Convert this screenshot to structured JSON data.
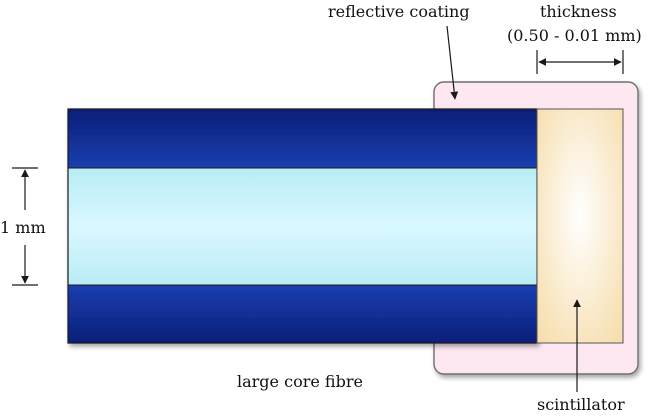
{
  "labels": {
    "coating": "reflective coating",
    "thickness": "thickness",
    "thickness_range": "(0.50 - 0.01 mm)",
    "diameter": "1 mm",
    "fibre": "large core fibre",
    "scintillator": "scintillator"
  },
  "colors": {
    "cladding_dark": "#0a1e78",
    "cladding_light": "#1b3fb0",
    "core_light": "#d9f8ff",
    "core_mid": "#b9ecf6",
    "coating_fill": "#fde8f2",
    "coating_stroke": "#6e6e6e",
    "scint_center": "#ffffff",
    "scint_edge": "#f6dba6",
    "line": "#1a1a1a"
  }
}
